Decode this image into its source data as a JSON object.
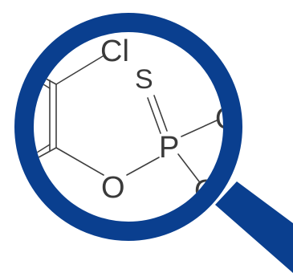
{
  "colors": {
    "lens_ring": "#0a3f8f",
    "handle": "#0a3f8f",
    "bond": "#3f3f3f",
    "atom_text": "#3a3a3a",
    "background": "#ffffff"
  },
  "icon": "magnifying-glass-icon",
  "molecule": {
    "atoms": {
      "chlorine": "Cl",
      "sulfur": "S",
      "phosphorus": "P",
      "oxygen_left": "O",
      "oxygen_right": "O",
      "oxygen_bottom": "O"
    }
  }
}
